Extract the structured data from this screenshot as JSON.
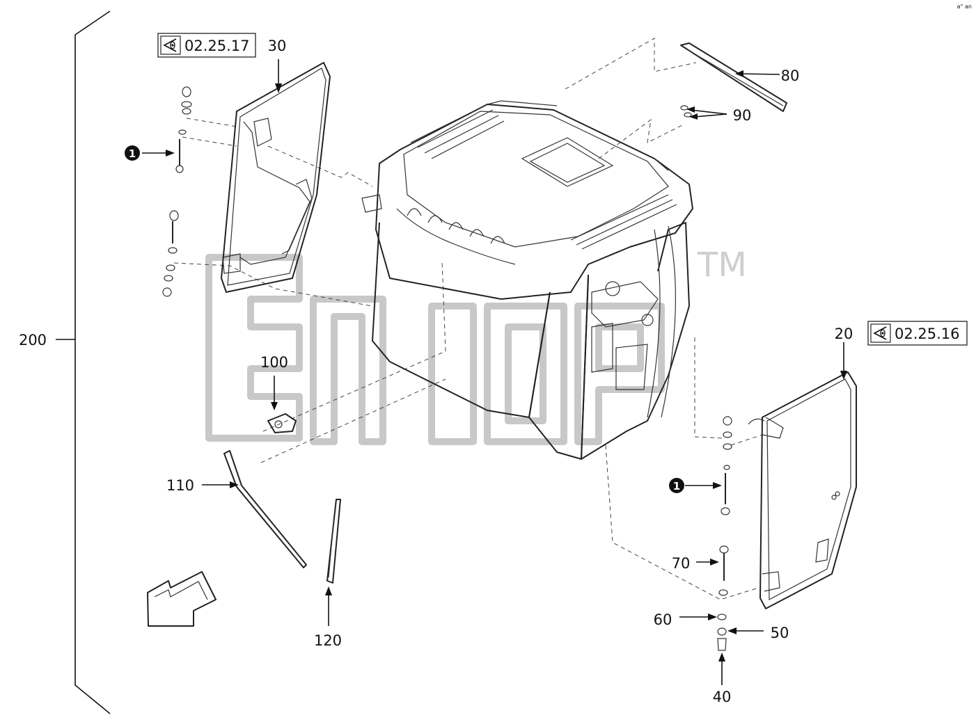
{
  "labels": {
    "l20": "20",
    "l30": "30",
    "l40": "40",
    "l50": "50",
    "l60": "60",
    "l70": "70",
    "l80": "80",
    "l90": "90",
    "l100": "100",
    "l110": "110",
    "l120": "120",
    "l200": "200"
  },
  "references": {
    "left": "02.25.17",
    "right": "02.25.16"
  },
  "markers": {
    "note": "1"
  },
  "corner_text": "a° an"
}
